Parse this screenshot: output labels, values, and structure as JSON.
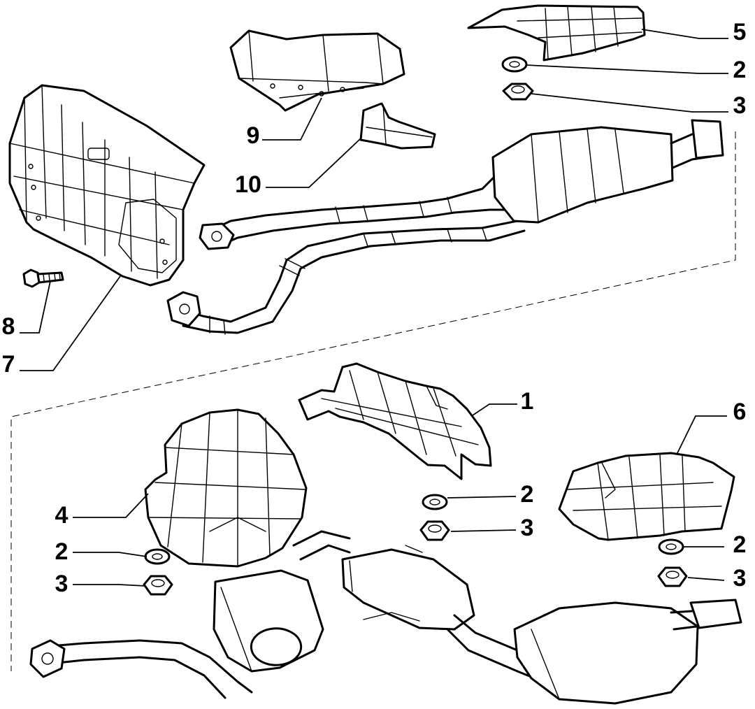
{
  "callouts": [
    {
      "id": "c5",
      "label": "5"
    },
    {
      "id": "c2a",
      "label": "2"
    },
    {
      "id": "c3a",
      "label": "3"
    },
    {
      "id": "c9",
      "label": "9"
    },
    {
      "id": "c10",
      "label": "10"
    },
    {
      "id": "c8",
      "label": "8"
    },
    {
      "id": "c7",
      "label": "7"
    },
    {
      "id": "c1",
      "label": "1"
    },
    {
      "id": "c6",
      "label": "6"
    },
    {
      "id": "c2b",
      "label": "2"
    },
    {
      "id": "c3b",
      "label": "3"
    },
    {
      "id": "c4",
      "label": "4"
    },
    {
      "id": "c2c",
      "label": "2"
    },
    {
      "id": "c3c",
      "label": "3"
    },
    {
      "id": "c2d",
      "label": "2"
    },
    {
      "id": "c3d",
      "label": "3"
    }
  ]
}
